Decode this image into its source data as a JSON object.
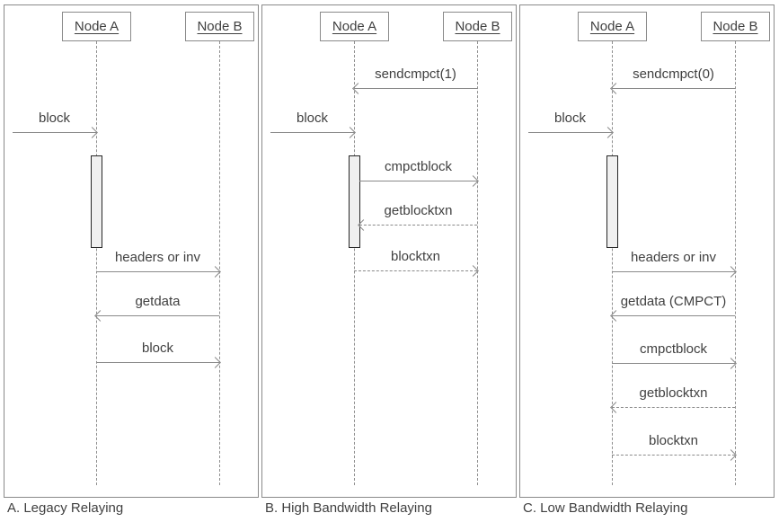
{
  "diagram_type": "uml-sequence-diagram",
  "colors": {
    "background": "#ffffff",
    "line": "#8a8a8a",
    "text": "#404040",
    "activation_fill": "#f0f0f0",
    "activation_border": "#262626"
  },
  "panels": [
    {
      "caption": "A. Legacy Relaying",
      "nodes": [
        {
          "label": "Node A"
        },
        {
          "label": "Node B"
        }
      ],
      "messages": [
        {
          "label": "block",
          "from": "external",
          "to": "Node A",
          "line": "solid"
        },
        {
          "label": "headers or inv",
          "from": "Node A",
          "to": "Node B",
          "line": "solid"
        },
        {
          "label": "getdata",
          "from": "Node B",
          "to": "Node A",
          "line": "solid"
        },
        {
          "label": "block",
          "from": "Node A",
          "to": "Node B",
          "line": "solid"
        }
      ]
    },
    {
      "caption": "B. High Bandwidth Relaying",
      "nodes": [
        {
          "label": "Node A"
        },
        {
          "label": "Node B"
        }
      ],
      "messages": [
        {
          "label": "sendcmpct(1)",
          "from": "Node B",
          "to": "Node A",
          "line": "solid"
        },
        {
          "label": "block",
          "from": "external",
          "to": "Node A",
          "line": "solid"
        },
        {
          "label": "cmpctblock",
          "from": "Node A",
          "to": "Node B",
          "line": "solid"
        },
        {
          "label": "getblocktxn",
          "from": "Node B",
          "to": "Node A",
          "line": "dashed"
        },
        {
          "label": "blocktxn",
          "from": "Node A",
          "to": "Node B",
          "line": "dashed"
        }
      ]
    },
    {
      "caption": "C. Low Bandwidth Relaying",
      "nodes": [
        {
          "label": "Node A"
        },
        {
          "label": "Node B"
        }
      ],
      "messages": [
        {
          "label": "sendcmpct(0)",
          "from": "Node B",
          "to": "Node A",
          "line": "solid"
        },
        {
          "label": "block",
          "from": "external",
          "to": "Node A",
          "line": "solid"
        },
        {
          "label": "headers or inv",
          "from": "Node A",
          "to": "Node B",
          "line": "solid"
        },
        {
          "label": "getdata (CMPCT)",
          "from": "Node B",
          "to": "Node A",
          "line": "solid"
        },
        {
          "label": "cmpctblock",
          "from": "Node A",
          "to": "Node B",
          "line": "solid"
        },
        {
          "label": "getblocktxn",
          "from": "Node B",
          "to": "Node A",
          "line": "dashed"
        },
        {
          "label": "blocktxn",
          "from": "Node A",
          "to": "Node B",
          "line": "dashed"
        }
      ]
    }
  ]
}
